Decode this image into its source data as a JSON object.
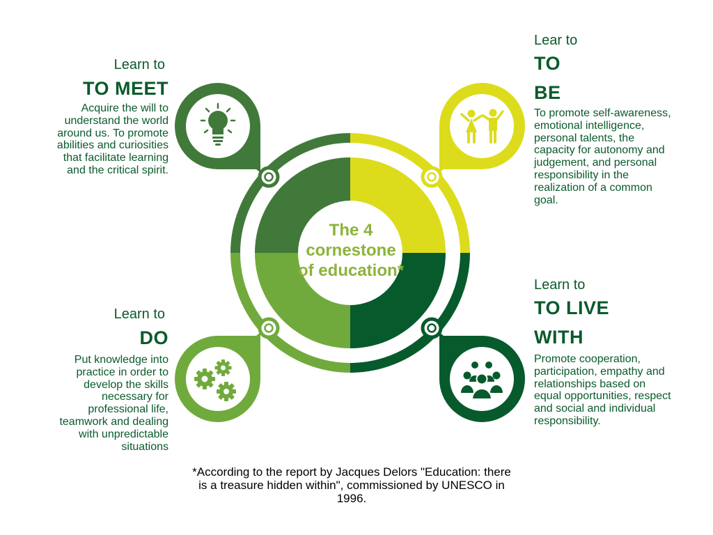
{
  "center_title": [
    "The 4",
    "cornestone",
    "of education*"
  ],
  "pillars": {
    "meet": {
      "pre": "Learn to",
      "heading": [
        "TO MEET"
      ],
      "lines": [
        "Acquire the will to",
        "understand the world",
        "around us. To promote",
        "abilities and curiosities",
        "that facilitate learning",
        "and the critical spirit."
      ],
      "icon": "lightbulb-icon"
    },
    "be": {
      "pre": "Lear to",
      "heading": [
        "TO",
        "BE"
      ],
      "lines": [
        "To promote self-awareness,",
        "emotional intelligence,",
        "personal talents, the",
        "capacity for autonomy and",
        "judgement, and personal",
        "responsibility in the",
        "realization of a common",
        "goal."
      ],
      "icon": "children-icon"
    },
    "do": {
      "pre": "Learn to",
      "heading": [
        "DO"
      ],
      "lines": [
        "Put knowledge into",
        "practice in order to",
        "develop the skills",
        "necessary for",
        "professional life,",
        "teamwork and dealing",
        "with unpredictable",
        "situations"
      ],
      "icon": "gears-icon"
    },
    "live": {
      "pre": "Learn to",
      "heading": [
        "TO LIVE",
        "WITH"
      ],
      "lines": [
        "Promote cooperation,",
        "participation, empathy and",
        "relationships based on",
        "equal opportunities, respect",
        "and social and individual",
        "responsibility."
      ],
      "icon": "group-icon"
    }
  },
  "footnote": [
    "*According to the report by Jacques Delors \"Education: there",
    "is a treasure hidden within\", commissioned by UNESCO in",
    "1996."
  ],
  "colors": {
    "meet": "#41793a",
    "be": "#dcdc1c",
    "do": "#70aa3c",
    "live": "#075a2c",
    "text": "#0a5a2b",
    "title": "#8db33a"
  }
}
